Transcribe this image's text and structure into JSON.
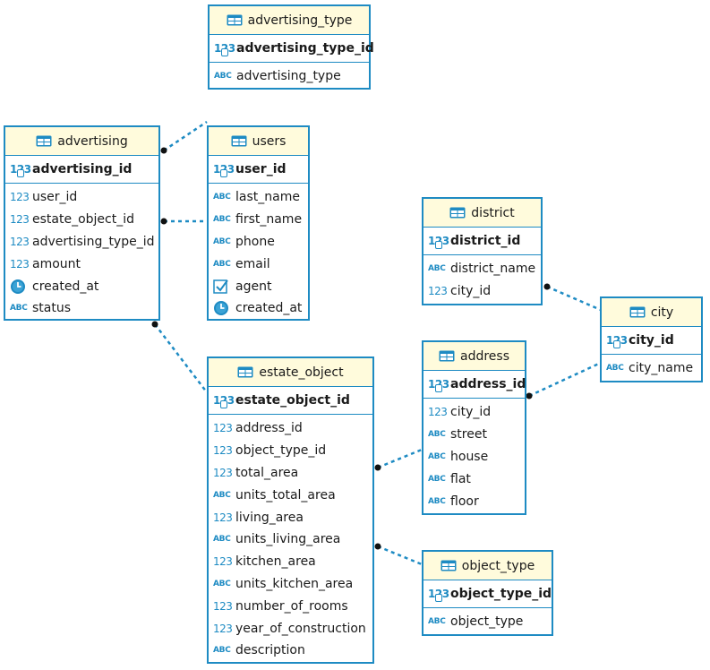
{
  "tables": {
    "advertising_type": {
      "title": "advertising_type",
      "pk": "advertising_type_id",
      "cols": [
        {
          "name": "advertising_type",
          "icon": "abc"
        }
      ]
    },
    "advertising": {
      "title": "advertising",
      "pk": "advertising_id",
      "cols": [
        {
          "name": "user_id",
          "icon": "123"
        },
        {
          "name": "estate_object_id",
          "icon": "123"
        },
        {
          "name": "advertising_type_id",
          "icon": "123"
        },
        {
          "name": "amount",
          "icon": "123"
        },
        {
          "name": "created_at",
          "icon": "clock"
        },
        {
          "name": "status",
          "icon": "abc"
        }
      ]
    },
    "users": {
      "title": "users",
      "pk": "user_id",
      "cols": [
        {
          "name": "last_name",
          "icon": "abc"
        },
        {
          "name": "first_name",
          "icon": "abc"
        },
        {
          "name": "phone",
          "icon": "abc"
        },
        {
          "name": "email",
          "icon": "abc"
        },
        {
          "name": "agent",
          "icon": "check"
        },
        {
          "name": "created_at",
          "icon": "clock"
        }
      ]
    },
    "district": {
      "title": "district",
      "pk": "district_id",
      "cols": [
        {
          "name": "district_name",
          "icon": "abc"
        },
        {
          "name": "city_id",
          "icon": "123"
        }
      ]
    },
    "city": {
      "title": "city",
      "pk": "city_id",
      "cols": [
        {
          "name": "city_name",
          "icon": "abc"
        }
      ]
    },
    "address": {
      "title": "address",
      "pk": "address_id",
      "cols": [
        {
          "name": "city_id",
          "icon": "123"
        },
        {
          "name": "street",
          "icon": "abc"
        },
        {
          "name": "house",
          "icon": "abc"
        },
        {
          "name": "flat",
          "icon": "abc"
        },
        {
          "name": "floor",
          "icon": "abc"
        }
      ]
    },
    "estate_object": {
      "title": "estate_object",
      "pk": "estate_object_id",
      "cols": [
        {
          "name": "address_id",
          "icon": "123"
        },
        {
          "name": "object_type_id",
          "icon": "123"
        },
        {
          "name": "total_area",
          "icon": "123"
        },
        {
          "name": "units_total_area",
          "icon": "abc"
        },
        {
          "name": "living_area",
          "icon": "123"
        },
        {
          "name": "units_living_area",
          "icon": "abc"
        },
        {
          "name": "kitchen_area",
          "icon": "123"
        },
        {
          "name": "units_kitchen_area",
          "icon": "abc"
        },
        {
          "name": "number_of_rooms",
          "icon": "123"
        },
        {
          "name": "year_of_construction",
          "icon": "123"
        },
        {
          "name": "description",
          "icon": "abc"
        }
      ]
    },
    "object_type": {
      "title": "object_type",
      "pk": "object_type_id",
      "cols": [
        {
          "name": "object_type",
          "icon": "abc"
        }
      ]
    }
  },
  "icon_text": {
    "num": "123",
    "abc": "ABC"
  },
  "colors": {
    "border": "#1e8bc3",
    "header": "#fffbdc",
    "link": "#1e8bc3"
  }
}
